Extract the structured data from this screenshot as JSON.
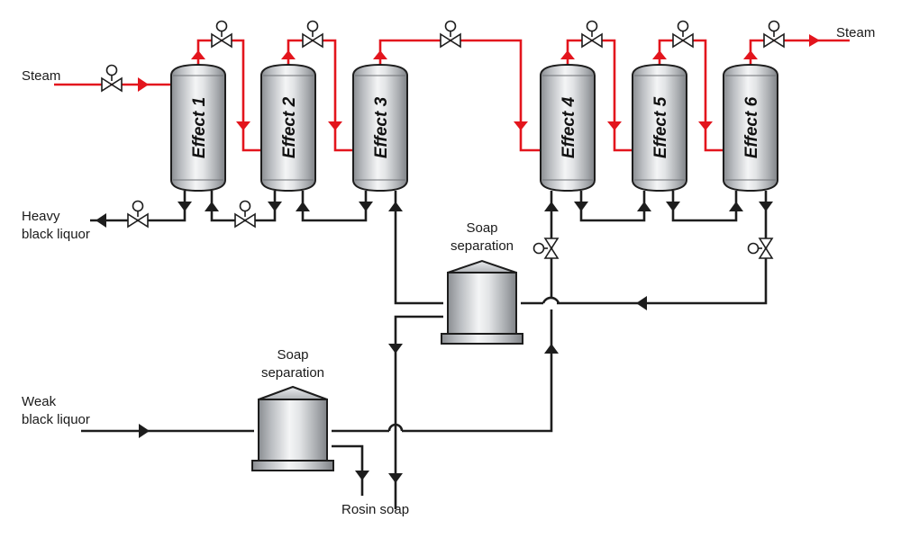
{
  "diagram": {
    "title": "Six-effect black liquor evaporation plant with soap separation",
    "colors": {
      "steam_line": "#e3151d",
      "liquor_line": "#1d1d1d",
      "vessel_fill": "#c9cbce"
    },
    "labels": {
      "steam_in": "Steam",
      "steam_out": "Steam",
      "heavy_black_liquor_line1": "Heavy",
      "heavy_black_liquor_line2": "black liquor",
      "weak_black_liquor_line1": "Weak",
      "weak_black_liquor_line2": "black liquor",
      "rosin_soap": "Rosin soap"
    },
    "effects": [
      {
        "name": "Effect 1"
      },
      {
        "name": "Effect 2"
      },
      {
        "name": "Effect 3"
      },
      {
        "name": "Effect 4"
      },
      {
        "name": "Effect 5"
      },
      {
        "name": "Effect 6"
      }
    ],
    "soap_separators": [
      {
        "line1": "Soap",
        "line2": "separation"
      },
      {
        "line1": "Soap",
        "line2": "separation"
      }
    ],
    "valves": [
      {
        "id": "steam-inlet-valve"
      },
      {
        "id": "steam-valve-1-2"
      },
      {
        "id": "steam-valve-2-3"
      },
      {
        "id": "steam-valve-3-4"
      },
      {
        "id": "steam-valve-4-5"
      },
      {
        "id": "steam-valve-5-6"
      },
      {
        "id": "steam-outlet-valve"
      },
      {
        "id": "heavy-liquor-valve"
      },
      {
        "id": "liquor-valve-1-2"
      },
      {
        "id": "effect4-feed-valve"
      },
      {
        "id": "effect6-outlet-valve"
      }
    ]
  }
}
